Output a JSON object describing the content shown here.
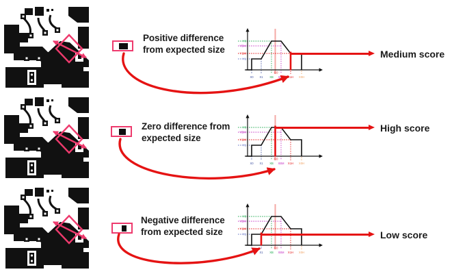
{
  "figure": {
    "description": "Fuzzy scoring of PCB component size difference: three cases map a measured size difference onto a membership function to obtain a score.",
    "pcb_image_description": "Binary black-and-white PCB image; inspected component marked with a pink rotated-square (diamond) and a double-headed measurement arrow."
  },
  "rows": [
    {
      "case_lines": [
        "Positive difference",
        "from expected size"
      ],
      "score_label": "Medium score",
      "component_fill": "wide",
      "indicator": "X1H",
      "output_level": "Y1M"
    },
    {
      "case_lines": [
        "Zero difference from",
        "expected size"
      ],
      "score_label": "High score",
      "component_fill": "medium",
      "indicator": "0.0",
      "output_level": "Y0"
    },
    {
      "case_lines": [
        "Negative difference",
        "from expected size"
      ],
      "score_label": "Low score",
      "component_fill": "narrow",
      "indicator": "X1",
      "output_level": "Y1"
    }
  ],
  "chart_data": [
    {
      "type": "line",
      "title": "",
      "xlabel": "",
      "ylabel": "",
      "grid": false,
      "legend": false,
      "x_tick_labels": [
        "X0",
        "X1",
        "XB",
        "XBM",
        "X1H",
        "X0H"
      ],
      "y_tick_labels": [
        "Y0",
        "YBM",
        "Y1M",
        "Y1"
      ],
      "zero_marker_label": "0.0",
      "series": [
        {
          "name": "membership function",
          "points": [
            [
              "X0",
              0
            ],
            [
              "X0",
              "Y1"
            ],
            [
              "X1",
              "Y1"
            ],
            [
              "XB",
              "Y0"
            ],
            [
              "XBM",
              "Y0"
            ],
            [
              "X1H",
              "Y1M"
            ],
            [
              "X0H",
              "Y1M"
            ],
            [
              "X0H",
              0
            ]
          ]
        }
      ],
      "indicator_x": "X1H",
      "indicator_y": "Y1M",
      "maps_to": "Medium score"
    },
    {
      "type": "line",
      "title": "",
      "xlabel": "",
      "ylabel": "",
      "grid": false,
      "legend": false,
      "x_tick_labels": [
        "X0",
        "X1",
        "XB",
        "XBM",
        "X1H",
        "X0H"
      ],
      "y_tick_labels": [
        "Y0",
        "YBM",
        "Y1M",
        "Y1"
      ],
      "zero_marker_label": "0.0",
      "series": [
        {
          "name": "membership function",
          "points": [
            [
              "X0",
              0
            ],
            [
              "X0",
              "Y1"
            ],
            [
              "X1",
              "Y1"
            ],
            [
              "XB",
              "Y0"
            ],
            [
              "XBM",
              "Y0"
            ],
            [
              "X1H",
              "Y1M"
            ],
            [
              "X0H",
              "Y1M"
            ],
            [
              "X0H",
              0
            ]
          ]
        }
      ],
      "indicator_x": "0.0",
      "indicator_y": "Y0",
      "maps_to": "High score"
    },
    {
      "type": "line",
      "title": "",
      "xlabel": "",
      "ylabel": "",
      "grid": false,
      "legend": false,
      "x_tick_labels": [
        "X0",
        "X1",
        "XB",
        "XBM",
        "X1H",
        "X0H"
      ],
      "y_tick_labels": [
        "Y0",
        "YBM",
        "Y1M",
        "Y1"
      ],
      "zero_marker_label": "0.0",
      "series": [
        {
          "name": "membership function",
          "points": [
            [
              "X0",
              0
            ],
            [
              "X0",
              "Y1"
            ],
            [
              "X1",
              "Y1"
            ],
            [
              "XB",
              "Y0"
            ],
            [
              "XBM",
              "Y0"
            ],
            [
              "X1H",
              "Y1M"
            ],
            [
              "X0H",
              "Y1M"
            ],
            [
              "X0H",
              0
            ]
          ]
        }
      ],
      "indicator_x": "X1",
      "indicator_y": "Y1",
      "maps_to": "Low score"
    }
  ],
  "colors": {
    "annotation_pink": "#ee3a6d",
    "arrow_red": "#e51313",
    "tick_green": "#1ea84f",
    "tick_magenta": "#c433c4",
    "tick_blue": "#5f6fc3",
    "tick_navy": "#3c4ea0",
    "tick_orange": "#f0a060",
    "zero_line_pink": "#f4a9a6",
    "ink": "#111111"
  }
}
